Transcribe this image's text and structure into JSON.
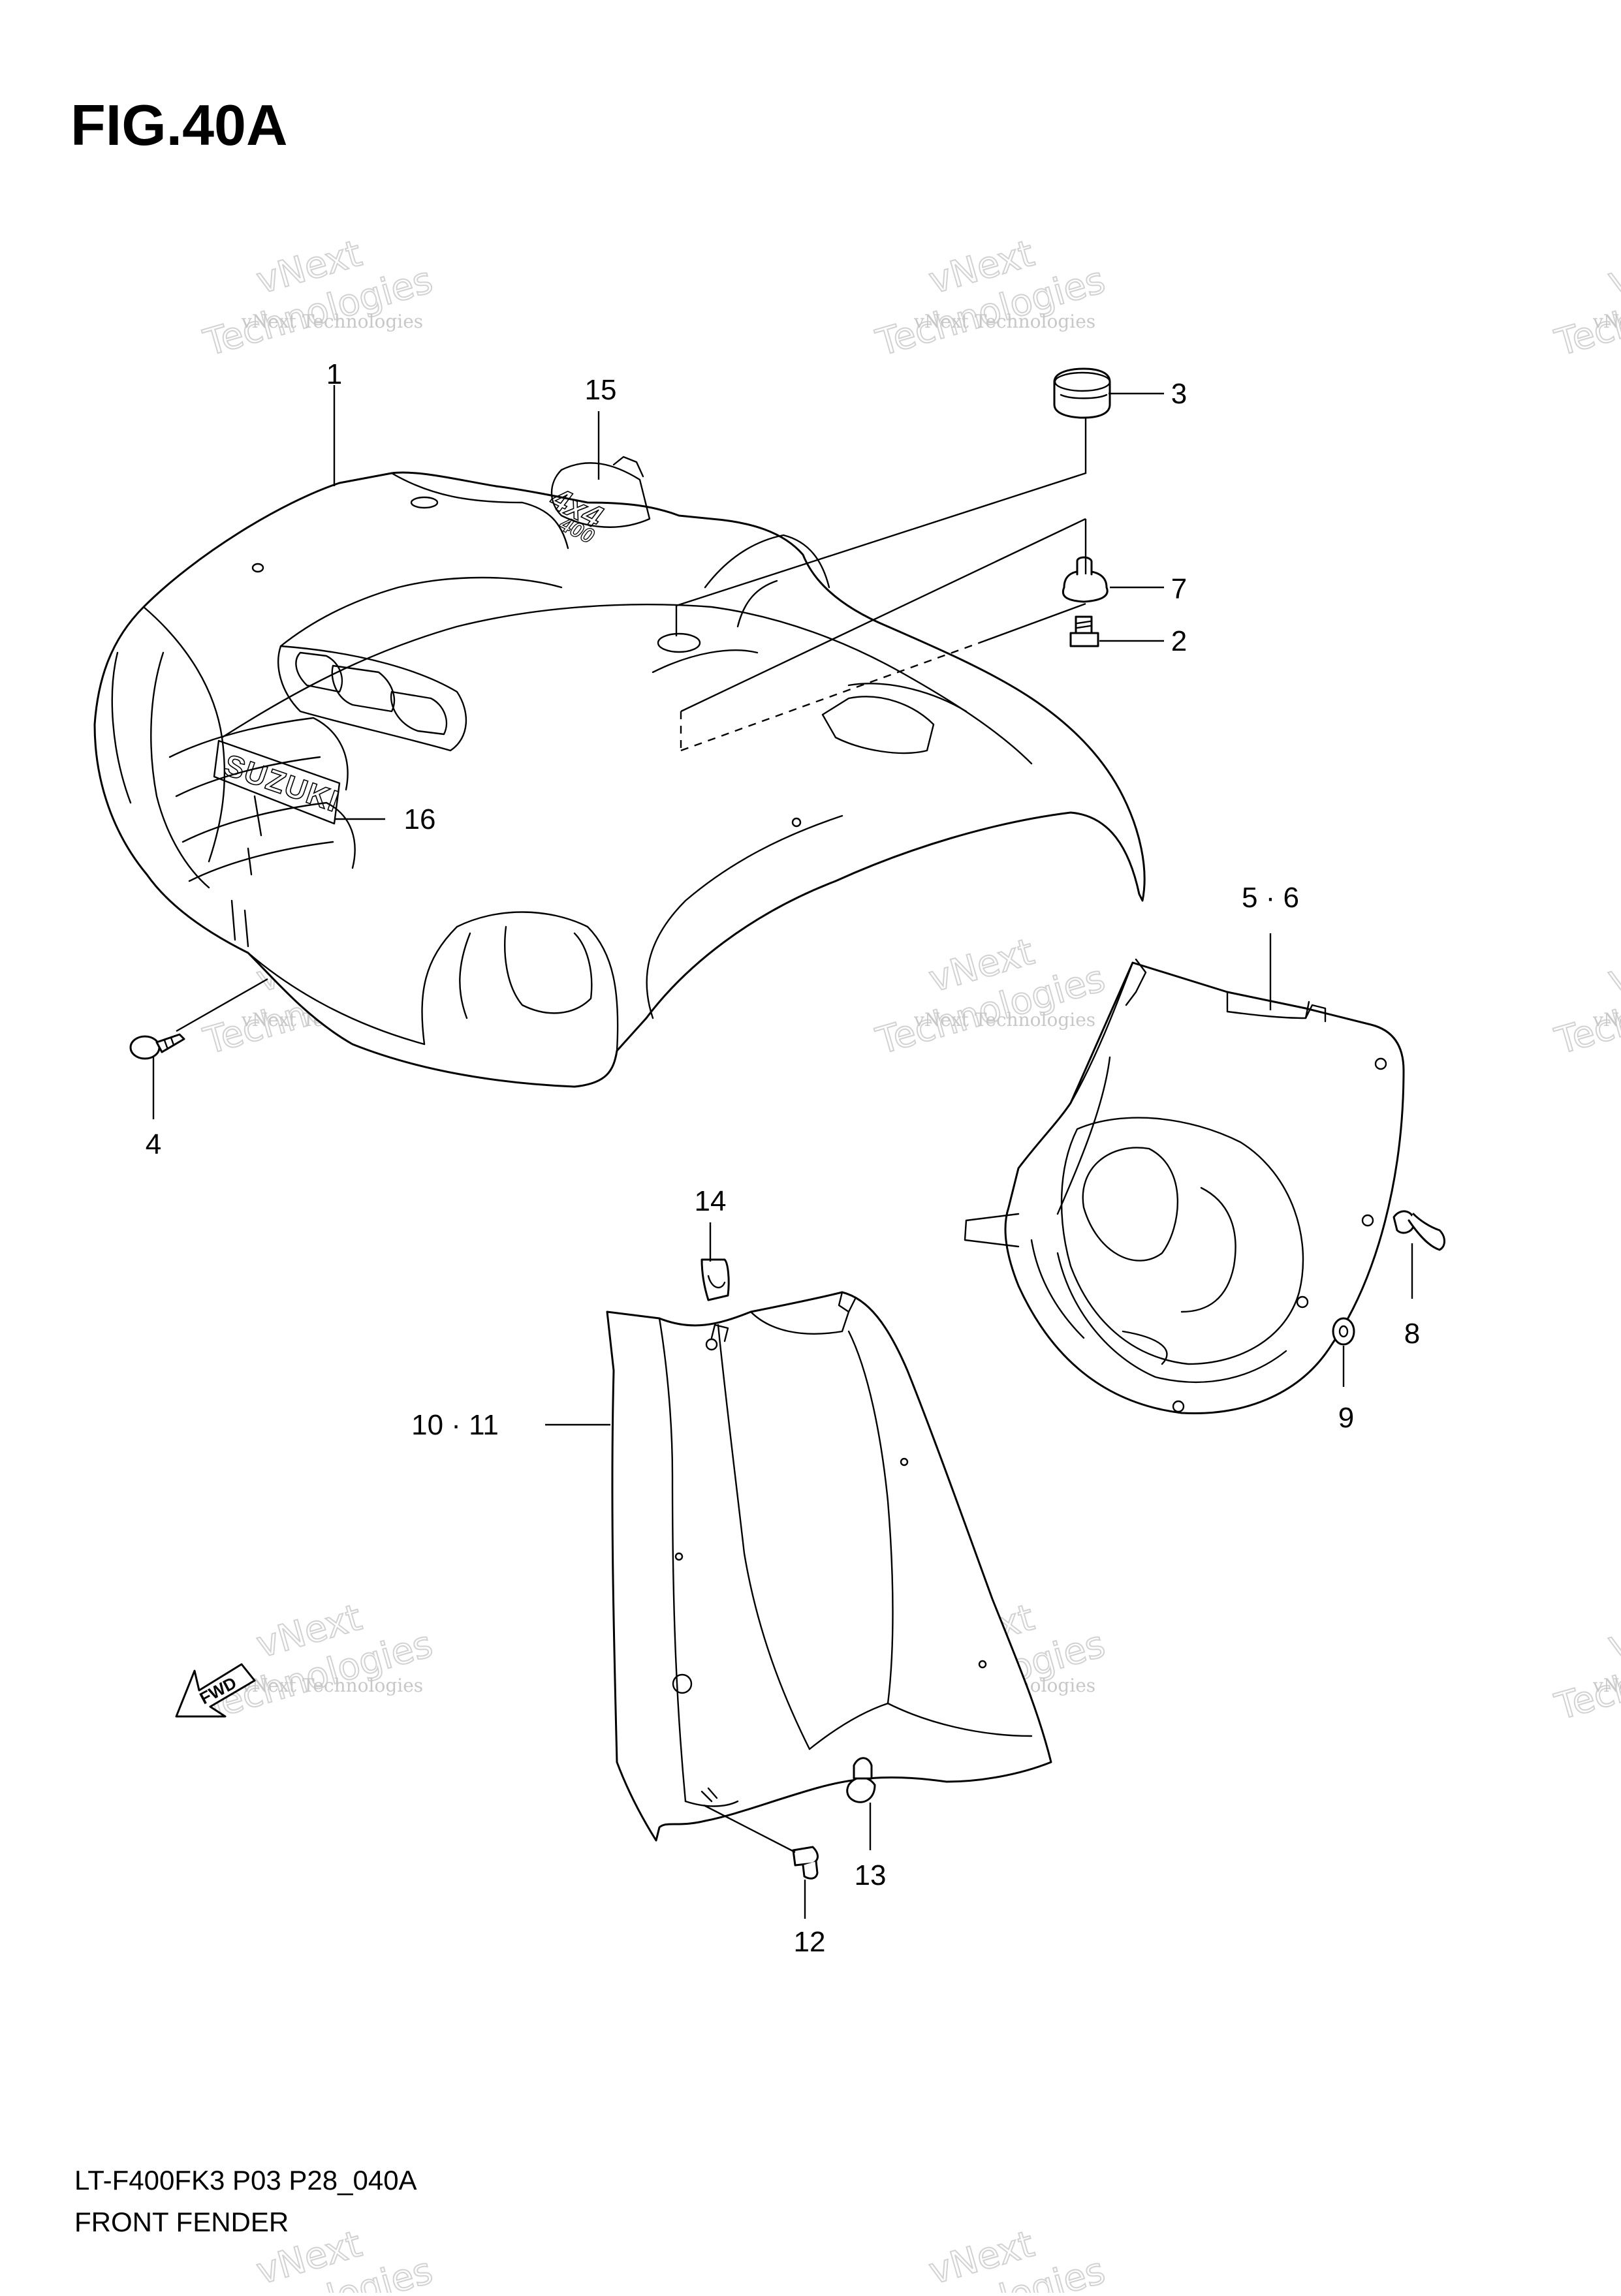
{
  "figure": {
    "title": "FIG.40A",
    "model_code": "LT-F400FK3 P03 P28_040A",
    "caption": "FRONT FENDER"
  },
  "emblems": {
    "brand": "SUZUKI",
    "badge_top": "4x4",
    "badge_bottom": "400",
    "direction_arrow": "FWD"
  },
  "callouts": [
    {
      "id": "c1",
      "label": "1"
    },
    {
      "id": "c2",
      "label": "2"
    },
    {
      "id": "c3",
      "label": "3"
    },
    {
      "id": "c4",
      "label": "4"
    },
    {
      "id": "c56",
      "label": "5 · 6"
    },
    {
      "id": "c7",
      "label": "7"
    },
    {
      "id": "c8",
      "label": "8"
    },
    {
      "id": "c9",
      "label": "9"
    },
    {
      "id": "c1011",
      "label": "10 · 11"
    },
    {
      "id": "c12",
      "label": "12"
    },
    {
      "id": "c13",
      "label": "13"
    },
    {
      "id": "c14",
      "label": "14"
    },
    {
      "id": "c15",
      "label": "15"
    },
    {
      "id": "c16",
      "label": "16"
    }
  ],
  "watermark": {
    "line1": "vNext",
    "line2": "vNext Technologies",
    "line3": "Technologies",
    "color": "#c8c8c8"
  }
}
